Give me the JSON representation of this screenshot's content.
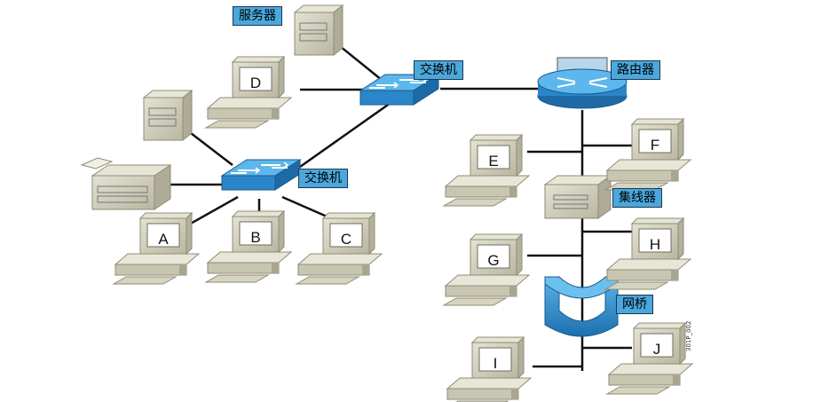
{
  "labels": {
    "server": "服务器",
    "switch_top": "交换机",
    "switch_left": "交换机",
    "router": "路由器",
    "hub": "集线器",
    "bridge": "网桥"
  },
  "pcs": {
    "A": "A",
    "B": "B",
    "C": "C",
    "D": "D",
    "E": "E",
    "F": "F",
    "G": "G",
    "H": "H",
    "I": "I",
    "J": "J"
  },
  "figure_code": "301P_002",
  "colors": {
    "label_bg": "#4aa8dc",
    "device_blue": "#2f8fd0",
    "computer_beige": "#d6d3bf",
    "link": "#111111"
  }
}
